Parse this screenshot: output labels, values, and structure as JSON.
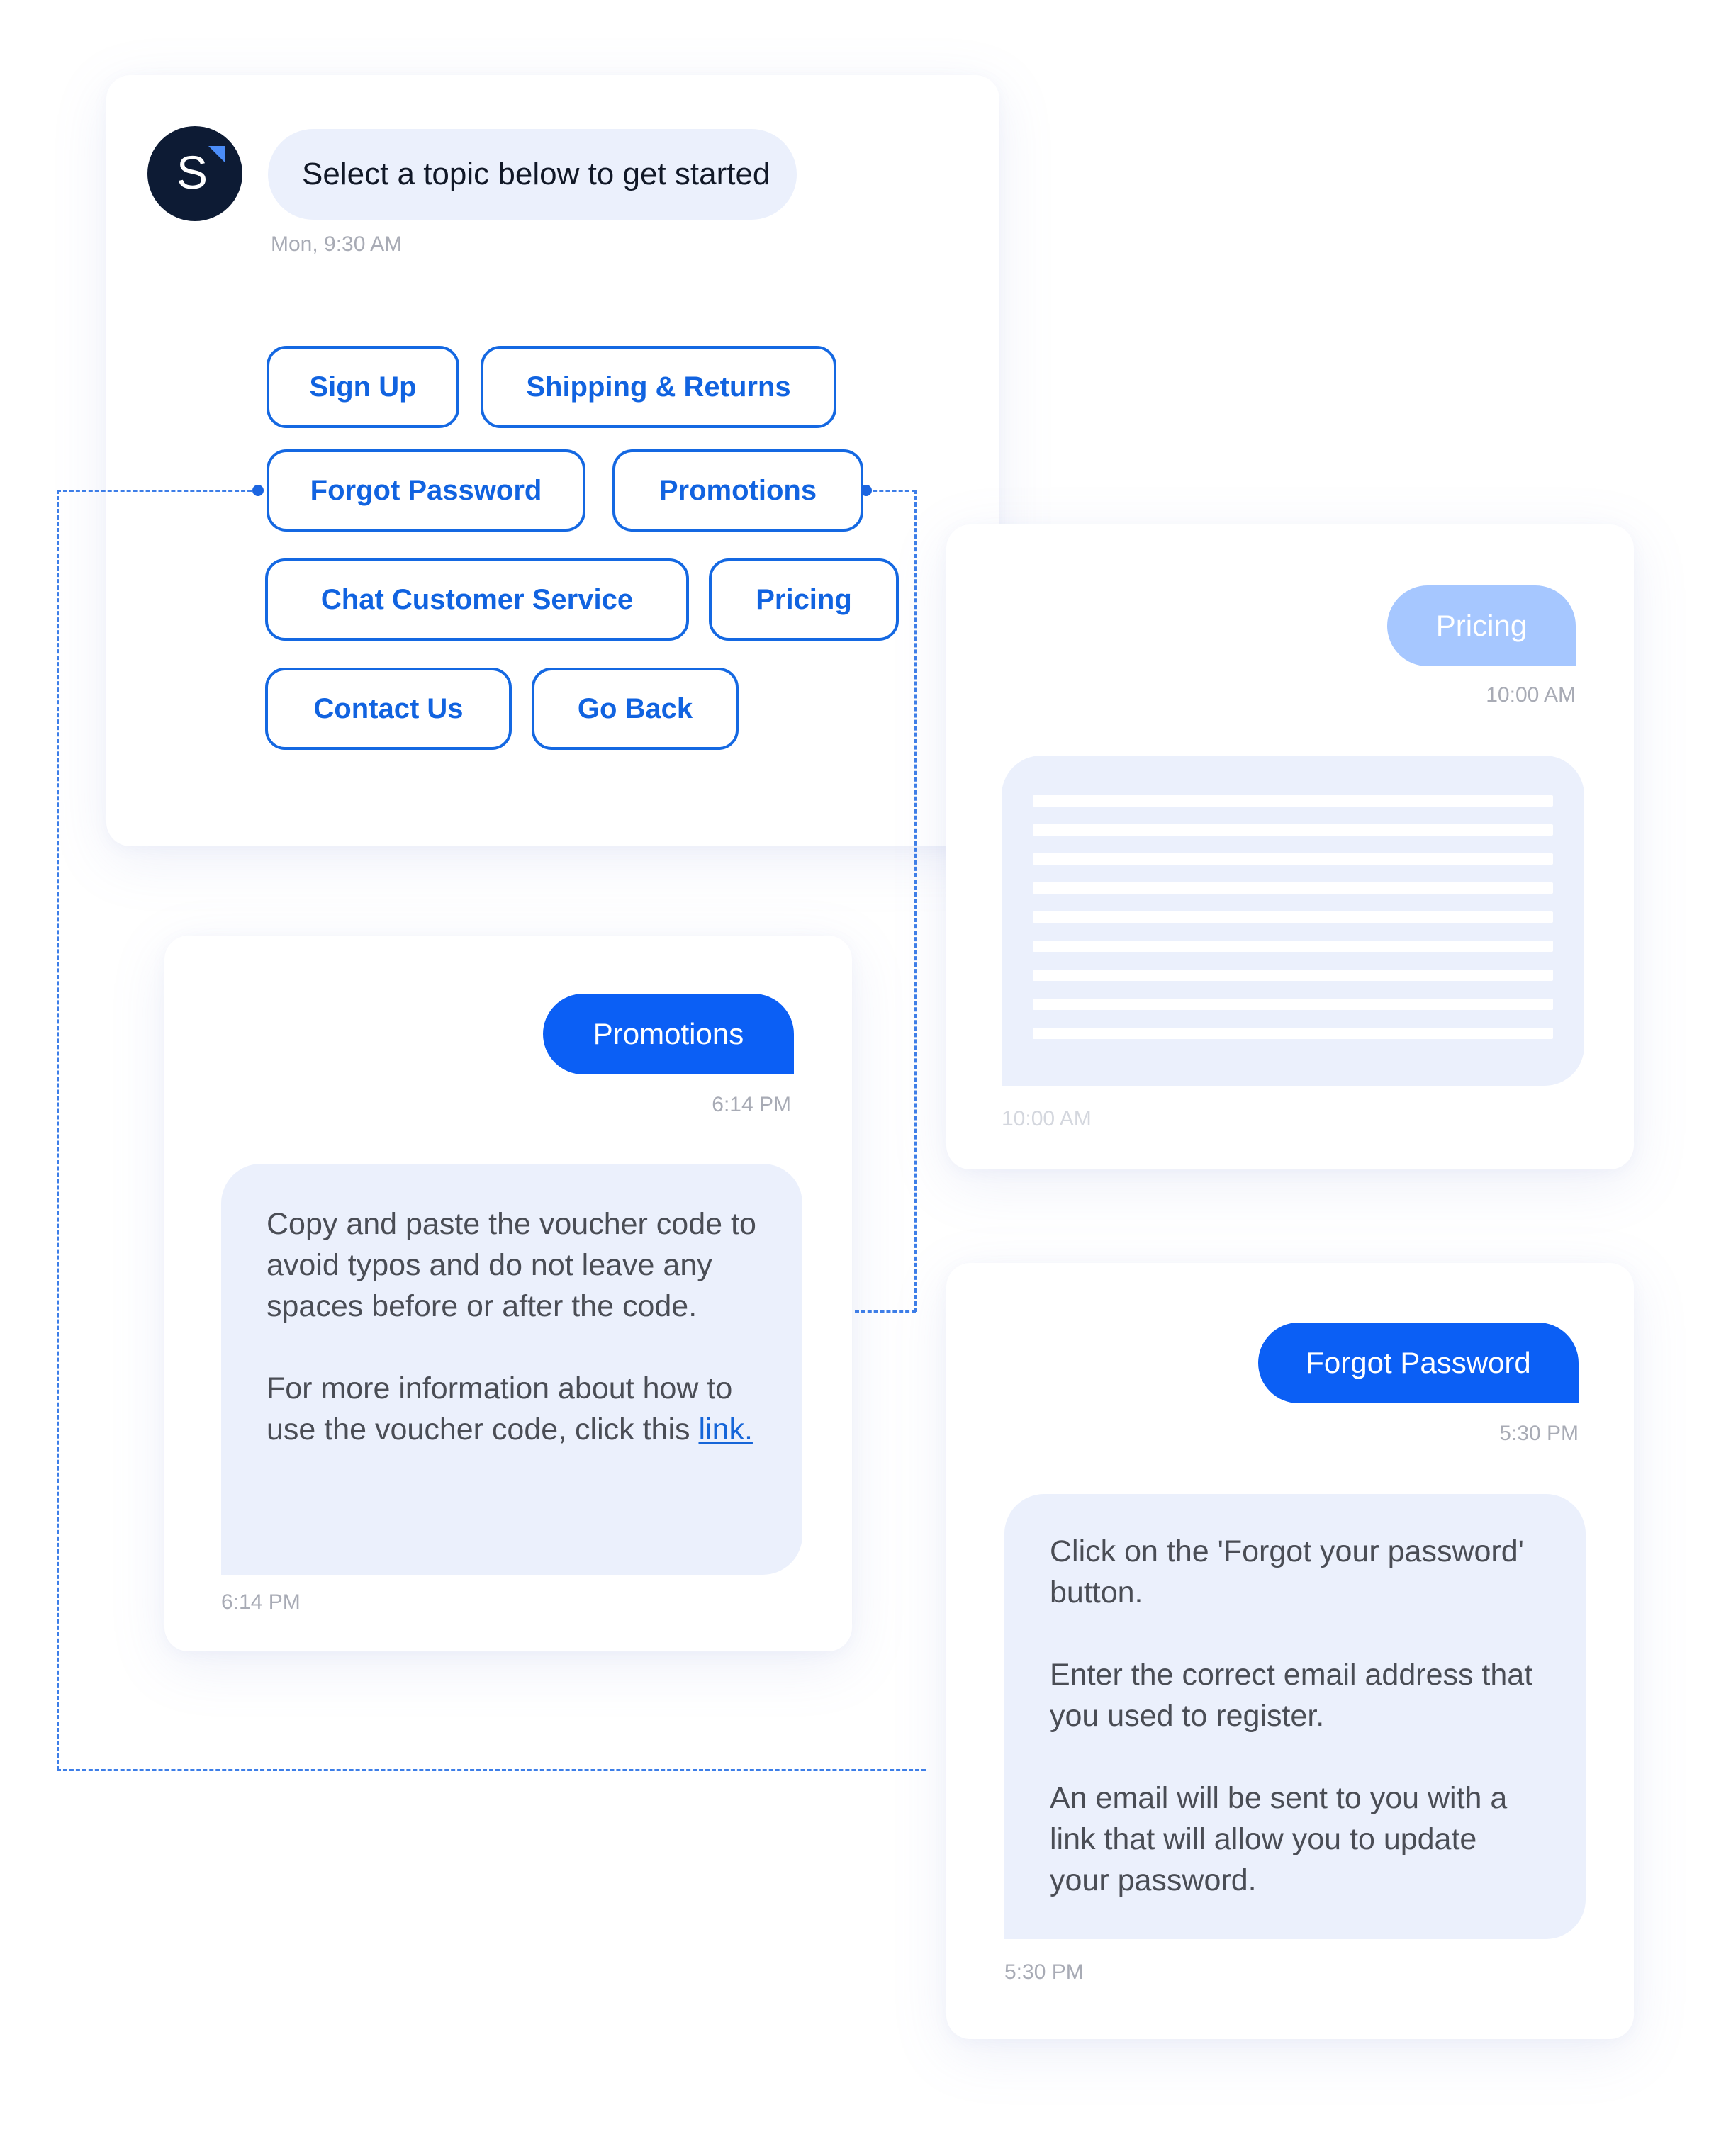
{
  "colors": {
    "primary": "#0b5ff5",
    "primary_faded": "#a6c7ff",
    "bubble_bg": "#ebf0fc",
    "avatar_bg": "#0d1b34",
    "timestamp": "#a8abb5"
  },
  "topics_card": {
    "avatar_letter": "S",
    "greeting": "Select a topic below to get started",
    "timestamp": "Mon, 9:30 AM",
    "buttons": [
      "Sign Up",
      "Shipping & Returns",
      "Forgot Password",
      "Promotions",
      "Chat Customer Service",
      "Pricing",
      "Contact Us",
      "Go Back"
    ]
  },
  "promotions_card": {
    "user_message": "Promotions",
    "user_timestamp": "6:14 PM",
    "bot_paragraph_1": "Copy and paste the voucher code to avoid typos and do not leave any spaces before or after the code.",
    "bot_paragraph_2_prefix": "For more information about how to use the voucher code, click this",
    "bot_link_text": "link.",
    "bot_timestamp": "6:14 PM"
  },
  "pricing_card": {
    "user_message": "Pricing",
    "user_timestamp": "10:00 AM",
    "bot_timestamp": "10:00 AM"
  },
  "forgot_card": {
    "user_message": "Forgot Password",
    "user_timestamp": "5:30 PM",
    "bot_paragraph_1": "Click on the 'Forgot your password' button.",
    "bot_paragraph_2": "Enter the correct email address that you used to register.",
    "bot_paragraph_3": "An email will be sent to you with a link that will allow you to update your password.",
    "bot_timestamp": "5:30 PM"
  }
}
